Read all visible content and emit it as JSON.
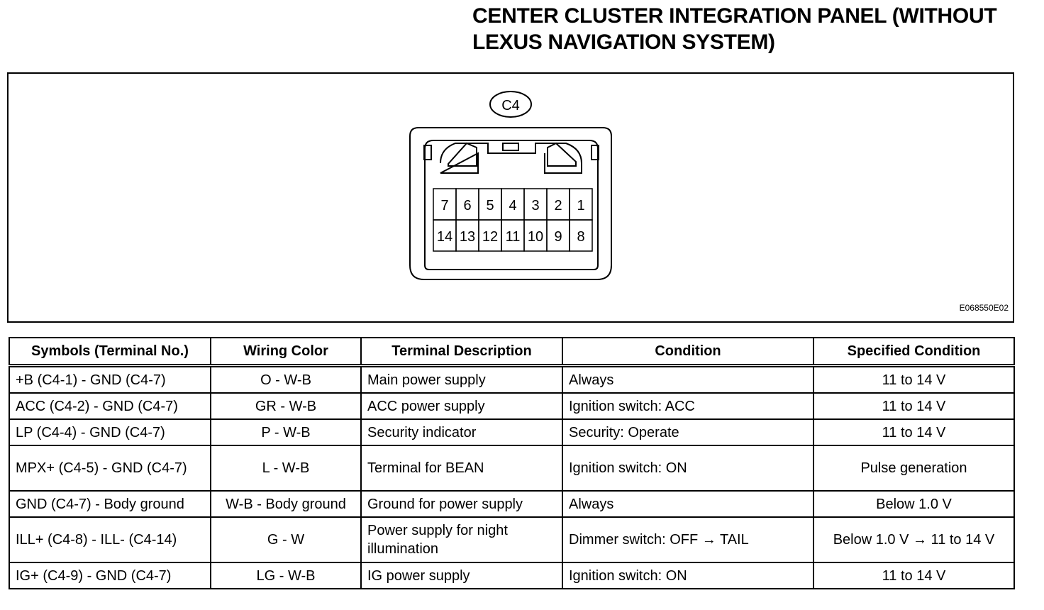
{
  "title": "CENTER CLUSTER INTEGRATION PANEL (WITHOUT\nLEXUS NAVIGATION SYSTEM)",
  "connector": {
    "label": "C4",
    "top_row_pins": [
      "7",
      "6",
      "5",
      "4",
      "3",
      "2",
      "1"
    ],
    "bottom_row_pins": [
      "14",
      "13",
      "12",
      "11",
      "10",
      "9",
      "8"
    ]
  },
  "figure_code": "E068550E02",
  "table": {
    "headers": [
      "Symbols (Terminal No.)",
      "Wiring Color",
      "Terminal Description",
      "Condition",
      "Specified Condition"
    ],
    "rows": [
      [
        "+B (C4-1) - GND (C4-7)",
        "O - W-B",
        "Main power supply",
        "Always",
        "11 to 14 V"
      ],
      [
        "ACC (C4-2) - GND (C4-7)",
        "GR - W-B",
        "ACC power supply",
        "Ignition switch: ACC",
        "11 to 14 V"
      ],
      [
        "LP (C4-4) - GND (C4-7)",
        "P - W-B",
        "Security indicator",
        "Security: Operate",
        "11 to 14 V"
      ],
      [
        "MPX+ (C4-5) - GND (C4-7)",
        "L - W-B",
        "Terminal for BEAN",
        "Ignition switch: ON",
        "Pulse generation"
      ],
      [
        "GND (C4-7) - Body ground",
        "W-B - Body ground",
        "Ground for power supply",
        "Always",
        "Below 1.0 V"
      ],
      [
        "ILL+ (C4-8) - ILL- (C4-14)",
        "G - W",
        "Power supply for night illumination",
        "Dimmer switch: OFF → TAIL",
        "Below 1.0 V → 11 to 14 V"
      ],
      [
        "IG+ (C4-9) - GND (C4-7)",
        "LG - W-B",
        "IG power supply",
        "Ignition switch: ON",
        "11 to 14 V"
      ]
    ]
  }
}
